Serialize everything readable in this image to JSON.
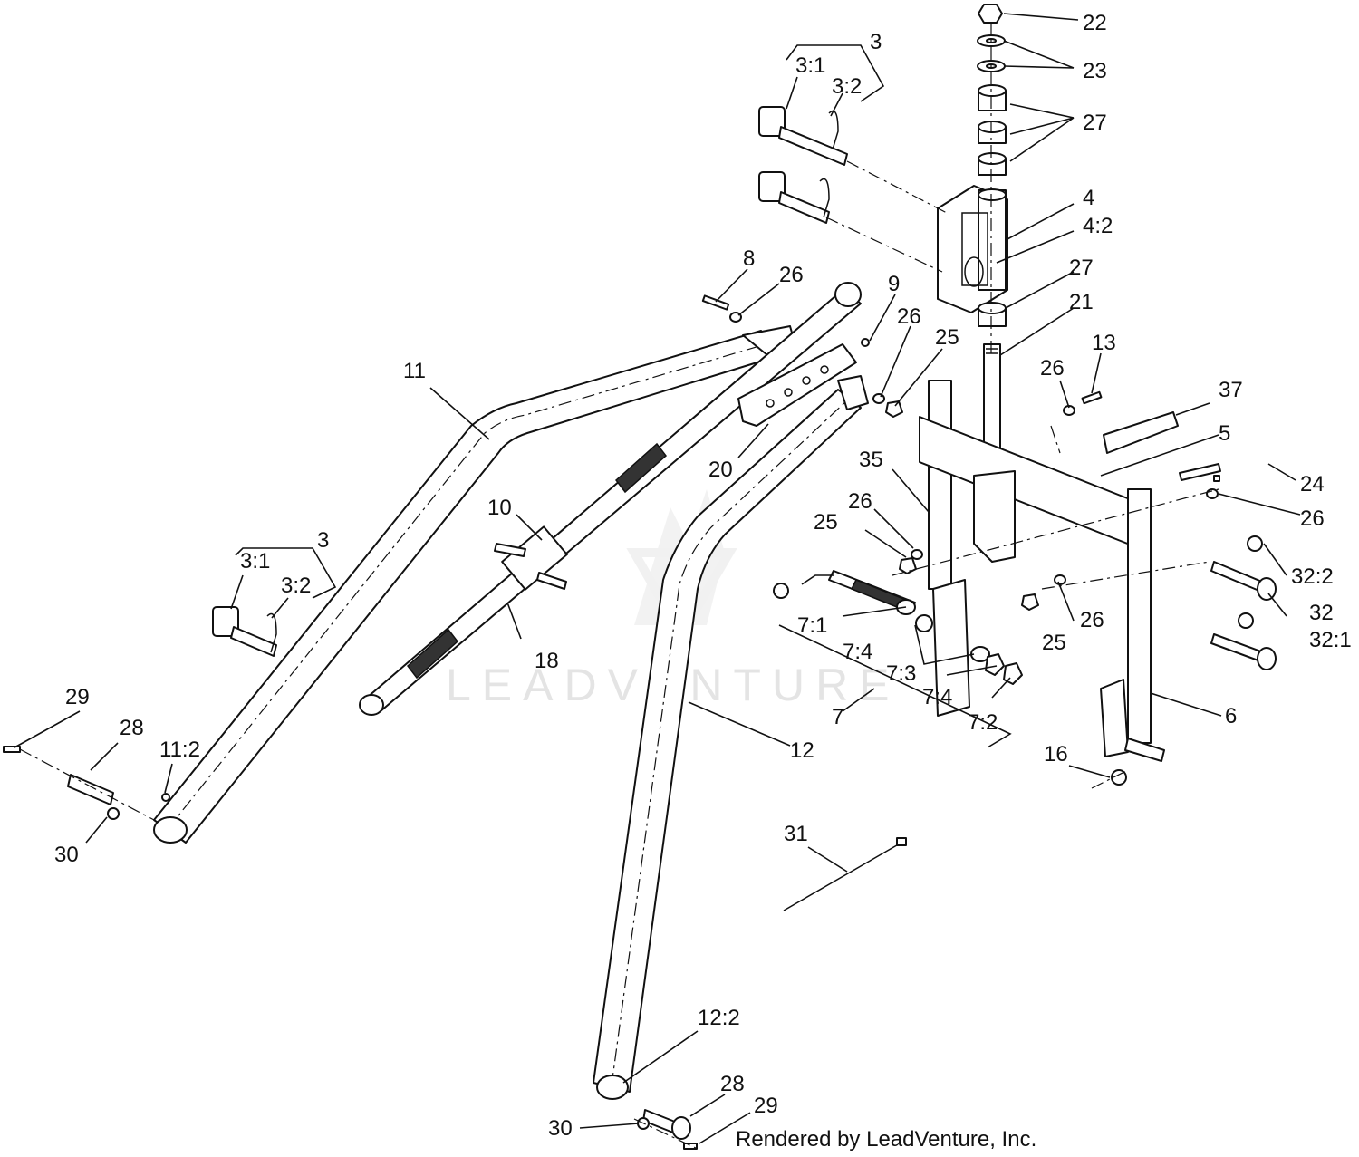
{
  "watermark": "LEADVENTURE",
  "credit": "Rendered by LeadVenture, Inc.",
  "callouts": [
    {
      "id": "c22",
      "text": "22"
    },
    {
      "id": "c23",
      "text": "23"
    },
    {
      "id": "c27a",
      "text": "27"
    },
    {
      "id": "c3a",
      "text": "3"
    },
    {
      "id": "c31a",
      "text": "3:1"
    },
    {
      "id": "c32a",
      "text": "3:2"
    },
    {
      "id": "c4",
      "text": "4"
    },
    {
      "id": "c42",
      "text": "4:2"
    },
    {
      "id": "c27b",
      "text": "27"
    },
    {
      "id": "c21",
      "text": "21"
    },
    {
      "id": "c8",
      "text": "8"
    },
    {
      "id": "c26a",
      "text": "26"
    },
    {
      "id": "c9",
      "text": "9"
    },
    {
      "id": "c26b",
      "text": "26"
    },
    {
      "id": "c25a",
      "text": "25"
    },
    {
      "id": "c13",
      "text": "13"
    },
    {
      "id": "c26c",
      "text": "26"
    },
    {
      "id": "c37",
      "text": "37"
    },
    {
      "id": "c5",
      "text": "5"
    },
    {
      "id": "c11",
      "text": "11"
    },
    {
      "id": "c20",
      "text": "20"
    },
    {
      "id": "c35",
      "text": "35"
    },
    {
      "id": "c24",
      "text": "24"
    },
    {
      "id": "c26d",
      "text": "26"
    },
    {
      "id": "c25b",
      "text": "25"
    },
    {
      "id": "c26e",
      "text": "26"
    },
    {
      "id": "c10",
      "text": "10"
    },
    {
      "id": "c3b",
      "text": "3"
    },
    {
      "id": "c31b",
      "text": "3:1"
    },
    {
      "id": "c32b",
      "text": "3:2"
    },
    {
      "id": "c322",
      "text": "32:2"
    },
    {
      "id": "c32",
      "text": "32"
    },
    {
      "id": "c321",
      "text": "32:1"
    },
    {
      "id": "c71",
      "text": "7:1"
    },
    {
      "id": "c26f",
      "text": "26"
    },
    {
      "id": "c25c",
      "text": "25"
    },
    {
      "id": "c74a",
      "text": "7:4"
    },
    {
      "id": "c73",
      "text": "7:3"
    },
    {
      "id": "c74b",
      "text": "7:4"
    },
    {
      "id": "c18",
      "text": "18"
    },
    {
      "id": "c7",
      "text": "7"
    },
    {
      "id": "c72",
      "text": "7:2"
    },
    {
      "id": "c6",
      "text": "6"
    },
    {
      "id": "c29a",
      "text": "29"
    },
    {
      "id": "c28a",
      "text": "28"
    },
    {
      "id": "c112",
      "text": "11:2"
    },
    {
      "id": "c12",
      "text": "12"
    },
    {
      "id": "c16",
      "text": "16"
    },
    {
      "id": "c30a",
      "text": "30"
    },
    {
      "id": "c31c",
      "text": "31"
    },
    {
      "id": "c122",
      "text": "12:2"
    },
    {
      "id": "c28b",
      "text": "28"
    },
    {
      "id": "c29b",
      "text": "29"
    },
    {
      "id": "c30b",
      "text": "30"
    }
  ]
}
